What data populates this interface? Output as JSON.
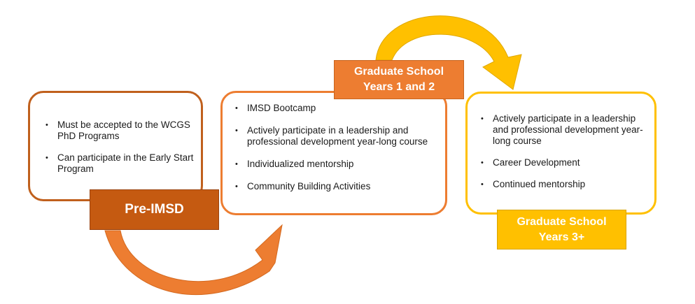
{
  "stages": [
    {
      "label": "Pre-IMSD",
      "items": [
        "Must be accepted to the WCGS PhD Programs",
        "Can participate in the Early Start Program"
      ]
    },
    {
      "label": "Graduate School\nYears 1 and 2",
      "items": [
        "IMSD Bootcamp",
        "Actively participate in a leadership and professional development year-long course",
        "Individualized mentorship",
        "Community Building Activities"
      ]
    },
    {
      "label": "Graduate School\nYears 3+",
      "items": [
        "Actively participate in a leadership and professional development year-long course",
        "Career Development",
        "Continued mentorship"
      ]
    }
  ],
  "colors": {
    "stage1": "#C55A11",
    "stage2": "#ED7D31",
    "stage3": "#FFC000"
  },
  "bullet_glyph": "•"
}
